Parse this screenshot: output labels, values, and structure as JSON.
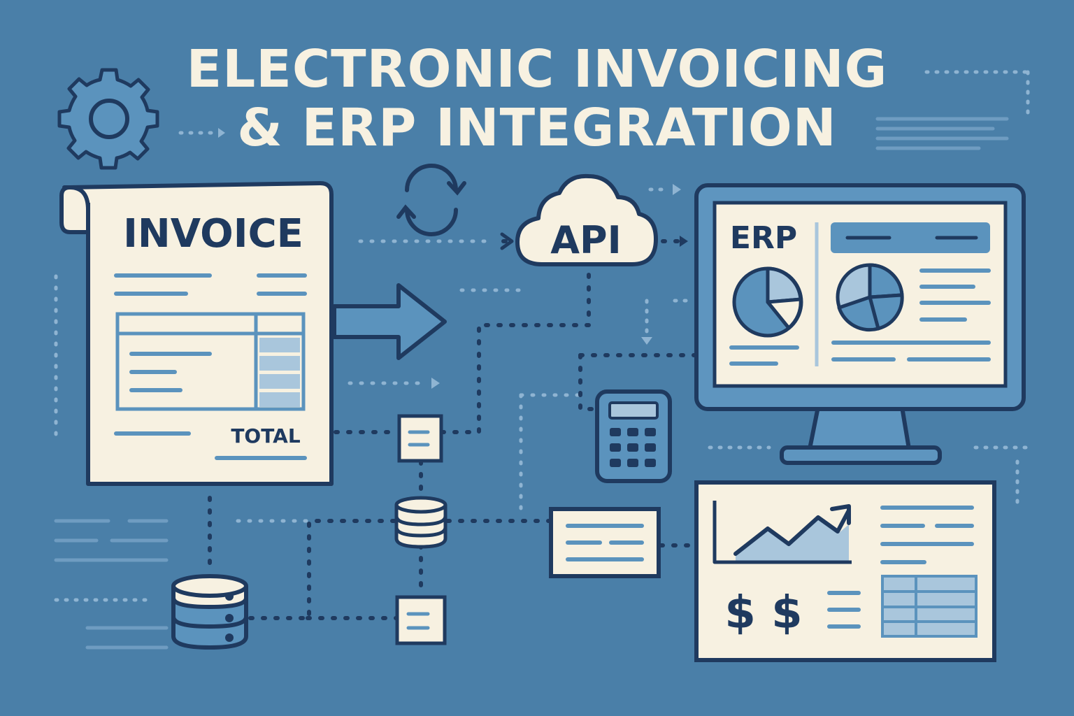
{
  "title": {
    "line1": "ELECTRONIC INVOICING",
    "line2": "& ERP INTEGRATION"
  },
  "invoice": {
    "heading": "INVOICE",
    "total_label": "TOTAL"
  },
  "api": {
    "label": "API"
  },
  "erp": {
    "label": "ERP"
  },
  "report": {
    "currency_symbols": "$ $"
  },
  "colors": {
    "background": "#4a7fa8",
    "paper": "#f7f1e1",
    "outline": "#1f3a5f",
    "accent": "#5b93bd",
    "accent_light": "#a9c6dc",
    "screen_frame": "#5e95bf"
  },
  "icons": [
    "gear-icon",
    "sync-icon",
    "cloud-icon",
    "arrow-right-icon",
    "database-icon",
    "calculator-icon",
    "monitor-icon",
    "pie-chart-icon",
    "line-chart-icon",
    "document-icon",
    "dollar-icon"
  ]
}
